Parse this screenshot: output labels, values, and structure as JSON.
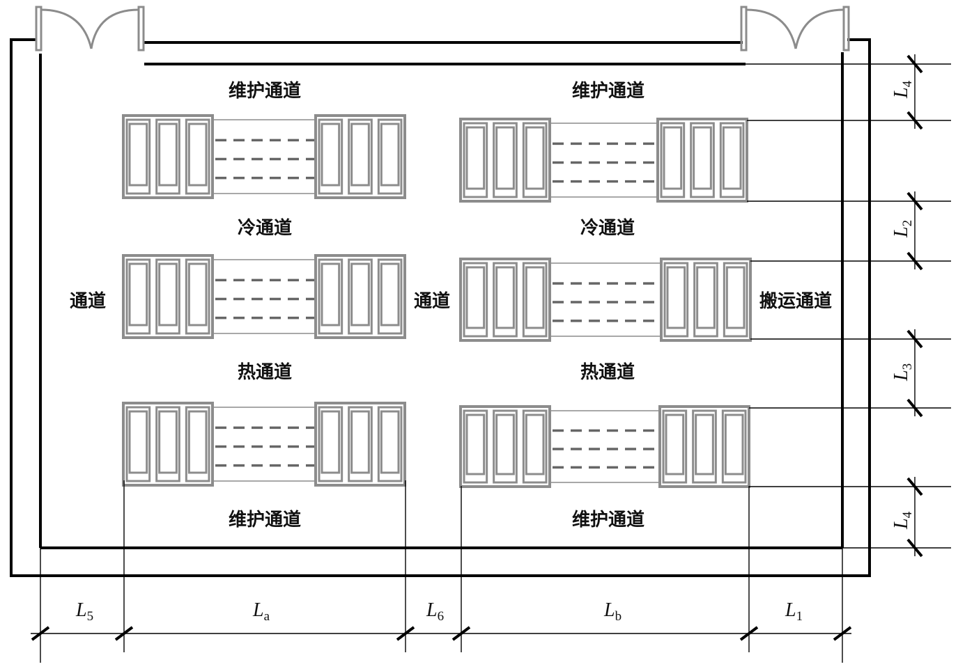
{
  "aisles": {
    "maintenance_top_left": "维护通道",
    "maintenance_top_right": "维护通道",
    "cold_left": "冷通道",
    "cold_right": "冷通道",
    "hot_left": "热通道",
    "hot_right": "热通道",
    "maintenance_bottom_left": "维护通道",
    "maintenance_bottom_right": "维护通道",
    "side_left": "通道",
    "side_middle": "通道",
    "transport": "搬运通道"
  },
  "dimensions": {
    "L5": {
      "base": "L",
      "sub": "5"
    },
    "La": {
      "base": "L",
      "sub": "a"
    },
    "L6": {
      "base": "L",
      "sub": "6"
    },
    "Lb": {
      "base": "L",
      "sub": "b"
    },
    "L1": {
      "base": "L",
      "sub": "1"
    },
    "L4_top": {
      "base": "L",
      "sub": "4"
    },
    "L2": {
      "base": "L",
      "sub": "2"
    },
    "L3": {
      "base": "L",
      "sub": "3"
    },
    "L4_bottom": {
      "base": "L",
      "sub": "4"
    }
  },
  "colors": {
    "rack": "#8c8c8c",
    "wall": "#000000"
  }
}
